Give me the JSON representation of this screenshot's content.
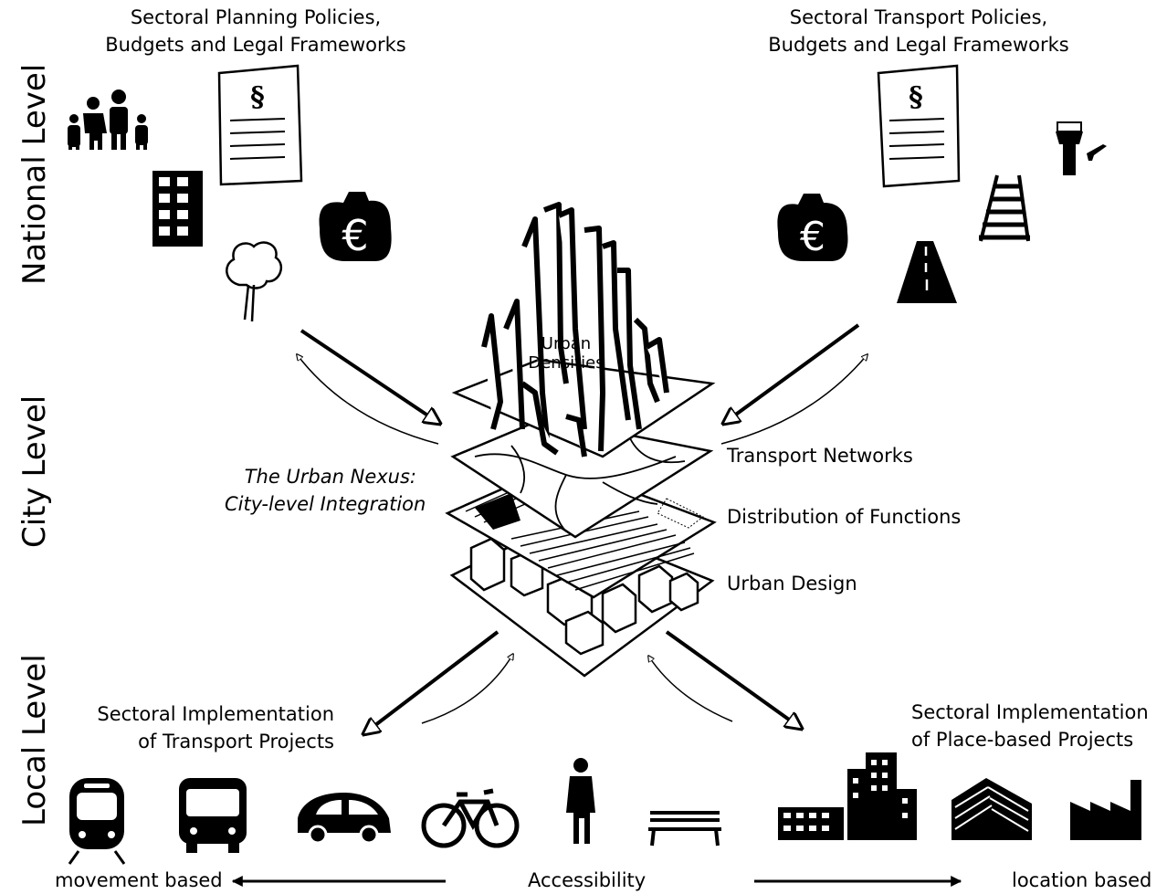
{
  "levels": {
    "national": "National Level",
    "city": "City Level",
    "local": "Local Level"
  },
  "national": {
    "planning_title_1": "Sectoral Planning Policies,",
    "planning_title_2": "Budgets and Legal Frameworks",
    "transport_title_1": "Sectoral Transport Policies,",
    "transport_title_2": "Budgets and Legal Frameworks",
    "doc_symbol": "§",
    "currency_symbol": "€"
  },
  "city": {
    "densities_1": "Urban",
    "densities_2": "Densities",
    "nexus_1": "The Urban Nexus:",
    "nexus_2": "City-level Integration",
    "layer_transport": "Transport Networks",
    "layer_functions": "Distribution of Functions",
    "layer_design": "Urban Design"
  },
  "local": {
    "transport_impl_1": "Sectoral Implementation",
    "transport_impl_2": "of Transport Projects",
    "place_impl_1": "Sectoral Implementation",
    "place_impl_2": "of Place-based Projects"
  },
  "axis": {
    "left": "movement based",
    "center": "Accessibility",
    "right": "location based"
  },
  "icons": [
    "family-icon",
    "apartment-building-icon",
    "tree-icon",
    "document-icon",
    "money-bag-icon",
    "money-bag-icon",
    "document-icon",
    "airport-tower-icon",
    "railway-icon",
    "road-icon",
    "train-icon",
    "bus-icon",
    "car-icon",
    "bicycle-icon",
    "pedestrian-icon",
    "bench-icon",
    "city-buildings-icon",
    "office-building-icon",
    "factory-icon"
  ]
}
